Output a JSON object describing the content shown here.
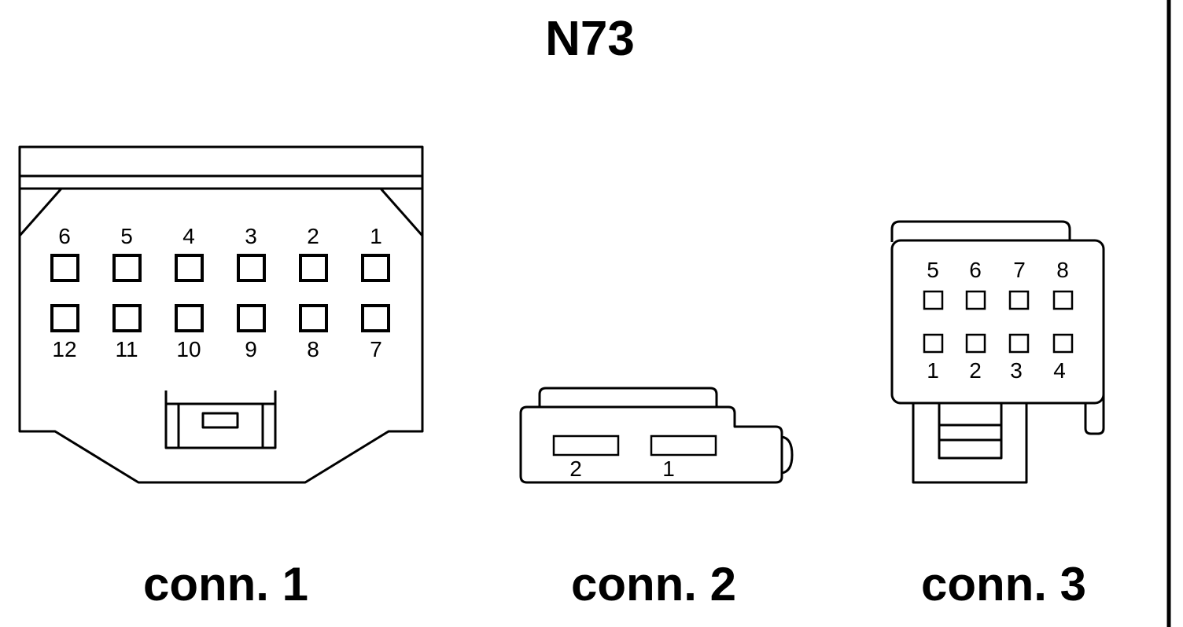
{
  "title": "N73",
  "connectors": [
    {
      "caption": "conn. 1",
      "top_row_pins": [
        "6",
        "5",
        "4",
        "3",
        "2",
        "1"
      ],
      "bottom_row_pins": [
        "12",
        "11",
        "10",
        "9",
        "8",
        "7"
      ]
    },
    {
      "caption": "conn. 2",
      "pins": [
        "2",
        "1"
      ]
    },
    {
      "caption": "conn. 3",
      "top_row_pins": [
        "5",
        "6",
        "7",
        "8"
      ],
      "bottom_row_pins": [
        "1",
        "2",
        "3",
        "4"
      ]
    }
  ]
}
